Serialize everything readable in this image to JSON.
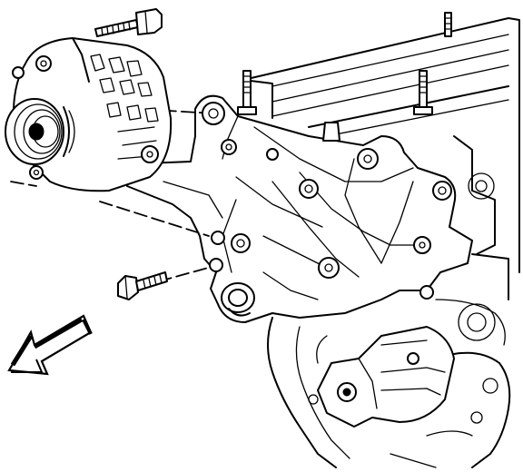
{
  "diagram": {
    "kind": "exploded-view line drawing",
    "parts": {
      "alternator": {
        "icon": "alternator-icon"
      },
      "upper_bolt": {
        "icon": "bolt-icon"
      },
      "lower_bolt": {
        "icon": "bolt-icon"
      },
      "bracket": {
        "icon": "bracket-icon"
      },
      "engine_block": {
        "icon": "engine-block-icon"
      },
      "water_pump": {
        "icon": "water-pump-icon"
      },
      "studs": {
        "icon": "stud-icon",
        "count": 3
      },
      "front_arrow": {
        "icon": "arrow-icon",
        "direction": "down-left"
      }
    },
    "colors": {
      "line": "#000000",
      "background": "#ffffff"
    }
  }
}
